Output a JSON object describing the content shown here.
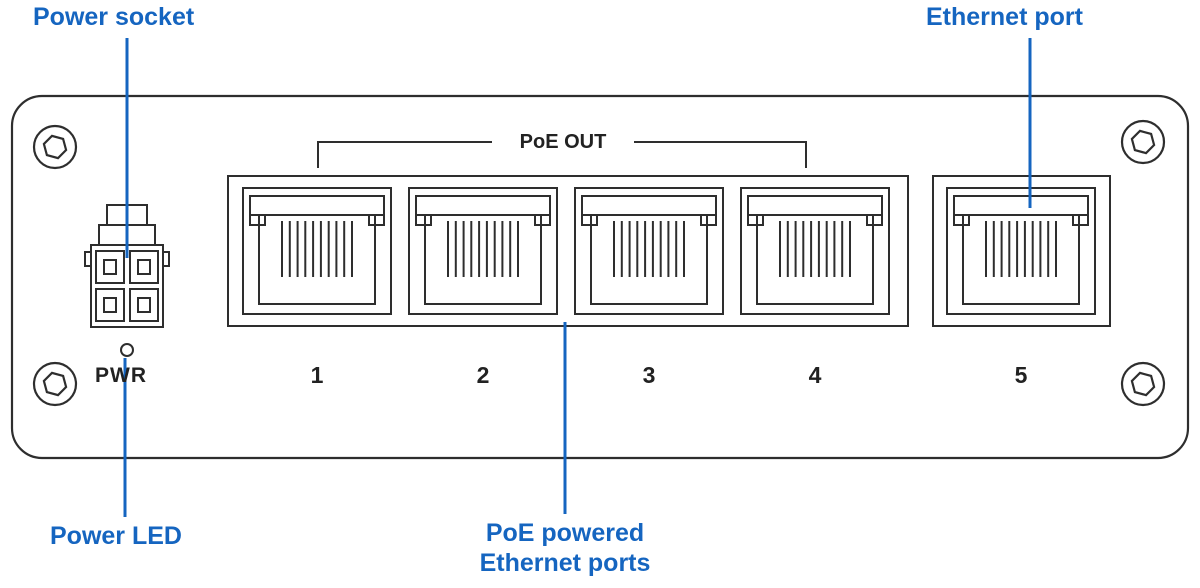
{
  "colors": {
    "accent_blue": "#1565c0",
    "line": "#2e2e2e",
    "dark_text": "#222222"
  },
  "callouts": {
    "power_socket": "Power socket",
    "ethernet_port": "Ethernet port",
    "power_led": "Power LED",
    "poe_ports": {
      "line1": "PoE powered",
      "line2": "Ethernet ports"
    }
  },
  "panel": {
    "poe_out": "PoE OUT",
    "pwr": "PWR",
    "port_numbers": [
      "1",
      "2",
      "3",
      "4",
      "5"
    ]
  }
}
